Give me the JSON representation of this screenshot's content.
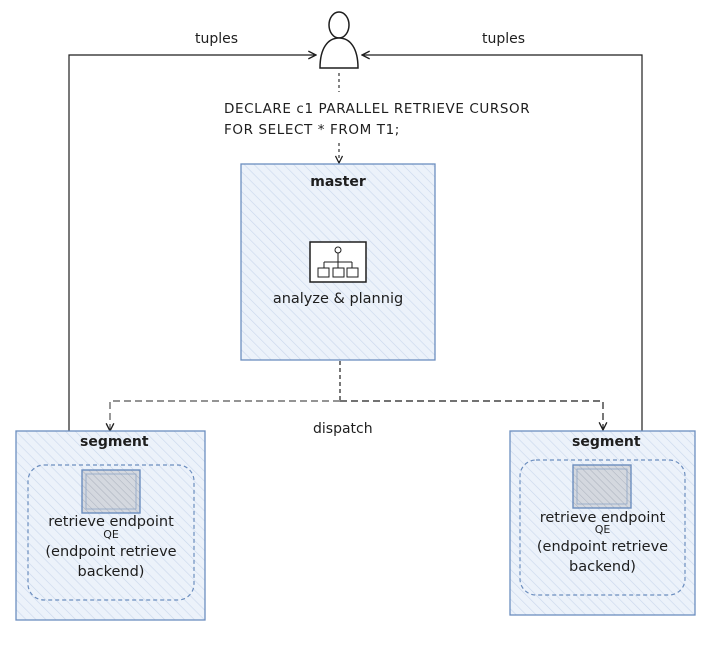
{
  "diagram": {
    "client": {
      "icon": "user-icon"
    },
    "edges": {
      "tuples_left": "tuples",
      "tuples_right": "tuples",
      "dispatch": "dispatch"
    },
    "query": {
      "line1": "DECLARE c1 PARALLEL RETRIEVE CURSOR",
      "line2": "FOR SELECT * FROM T1;"
    },
    "master": {
      "title": "master",
      "icon": "plan-tree-icon",
      "label": "analyze & plannig"
    },
    "segments": [
      {
        "title": "segment",
        "endpoint_label": "retrieve endpoint",
        "qe_label": "QE",
        "backend_line1": "(endpoint retrieve",
        "backend_line2": "backend)"
      },
      {
        "title": "segment",
        "endpoint_label": "retrieve endpoint",
        "qe_label": "QE",
        "backend_line1": "(endpoint retrieve",
        "backend_line2": "backend)"
      }
    ],
    "colors": {
      "box_fill": "#e7eef8",
      "box_stroke": "#6c8ebf",
      "line": "#1e1e1e",
      "hatch": "#c9d7ec",
      "screen_fill": "#c5cad3"
    }
  }
}
